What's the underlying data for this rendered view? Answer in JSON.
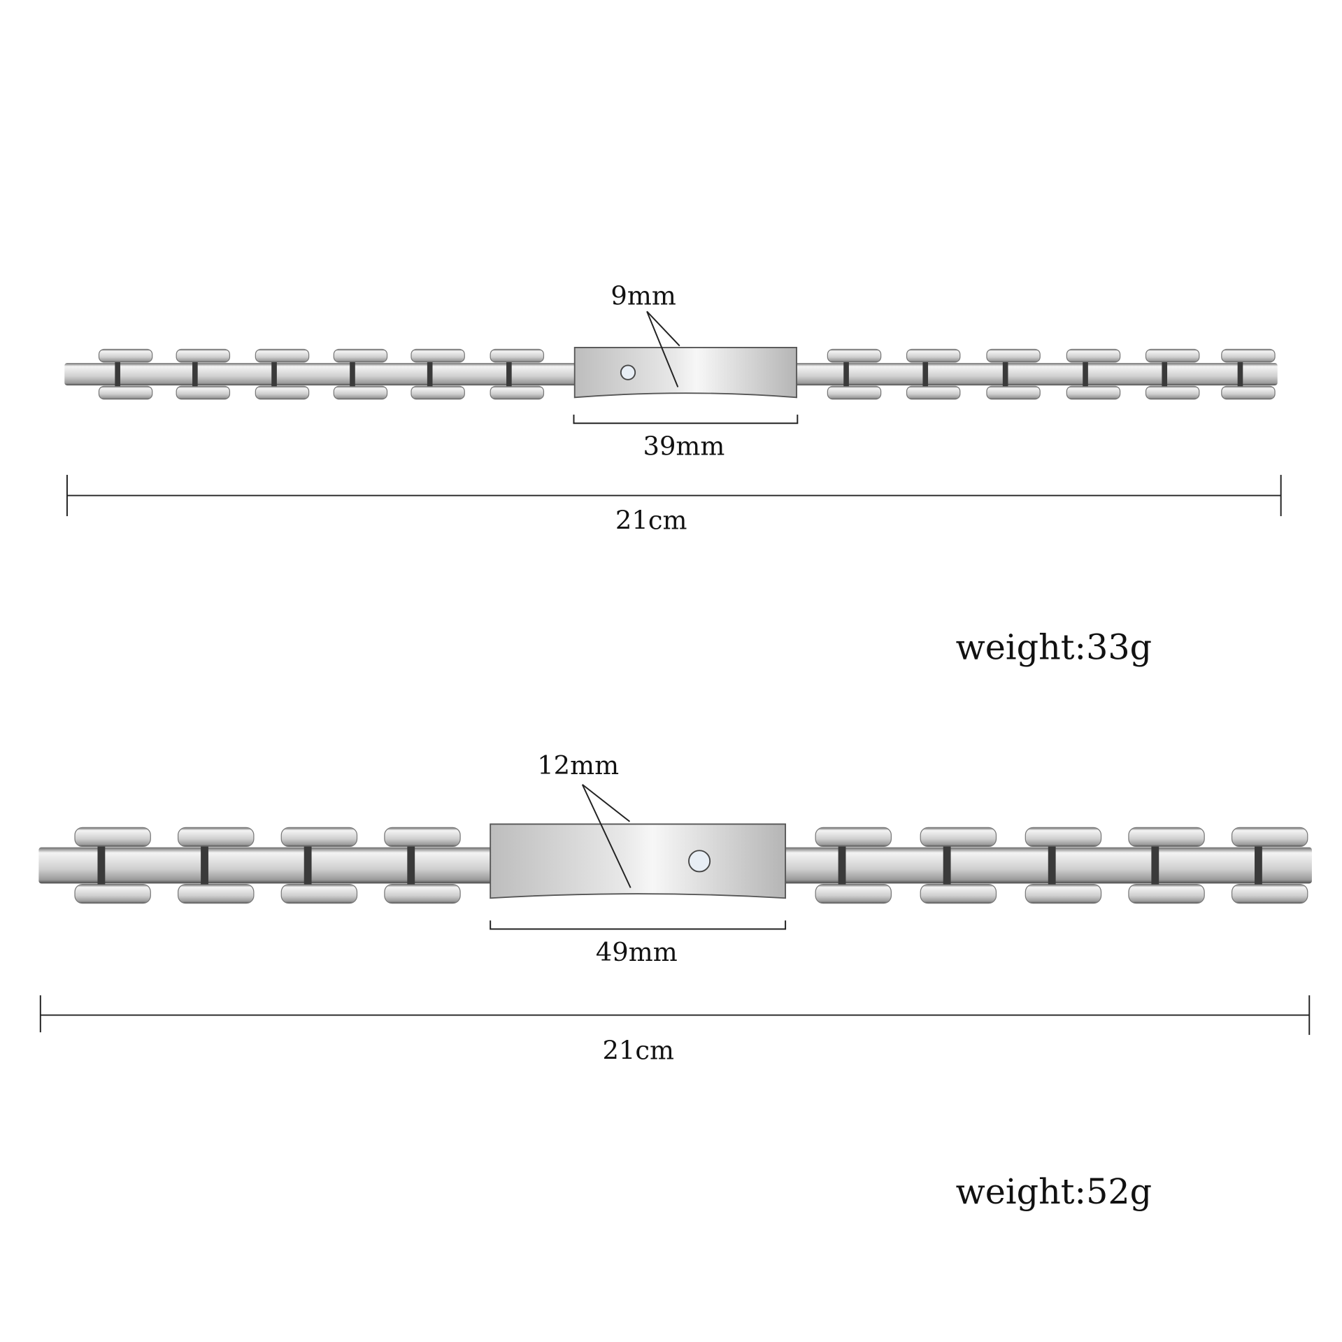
{
  "bracelets": [
    {
      "width_label": "9mm",
      "plate_label": "39mm",
      "length_label": "21cm",
      "weight_label": "weight:33g"
    },
    {
      "width_label": "12mm",
      "plate_label": "49mm",
      "length_label": "21cm",
      "weight_label": "weight:52g"
    }
  ],
  "colors": {
    "metal_light": "#f2f2f2",
    "metal_mid": "#b8b8b8",
    "metal_dark": "#5a5a5a",
    "line": "#222222"
  }
}
